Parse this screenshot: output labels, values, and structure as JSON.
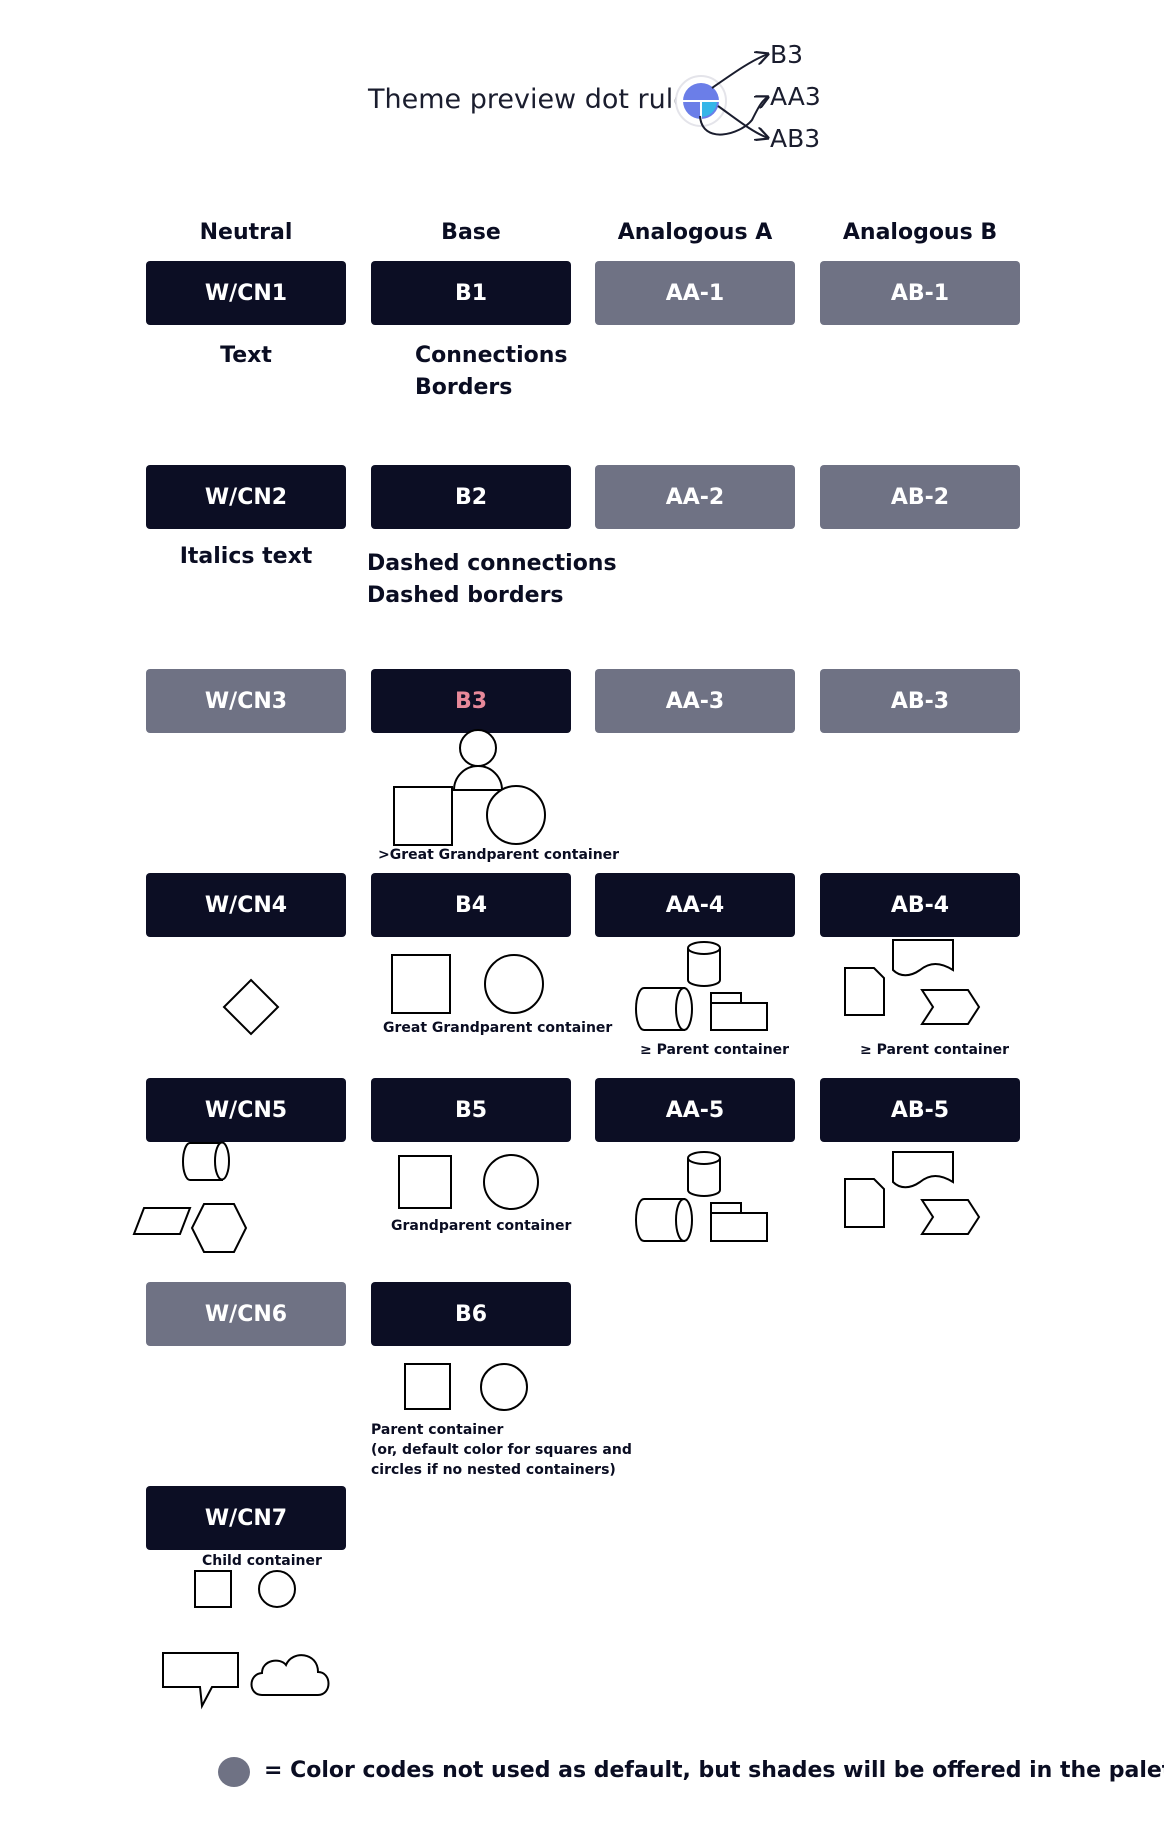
{
  "header": {
    "title": "Theme preview dot rules:",
    "arrow_labels": [
      "B3",
      "AA3",
      "AB3"
    ],
    "dot_colors": {
      "main": "#6b7ee8",
      "quadrant": "#37b6e8"
    }
  },
  "columns": [
    "Neutral",
    "Base",
    "Analogous A",
    "Analogous B"
  ],
  "colors": {
    "dark": "#0c0e24",
    "gray": "#6f7284",
    "highlight_text": "#e8899a"
  },
  "tiles": {
    "neutral": [
      "W/CN1",
      "W/CN2",
      "W/CN3",
      "W/CN4",
      "W/CN5",
      "W/CN6",
      "W/CN7"
    ],
    "base": [
      "B1",
      "B2",
      "B3",
      "B4",
      "B5",
      "B6"
    ],
    "analogous_a": [
      "AA-1",
      "AA-2",
      "AA-3",
      "AA-4",
      "AA-5"
    ],
    "analogous_b": [
      "AB-1",
      "AB-2",
      "AB-3",
      "AB-4",
      "AB-5"
    ]
  },
  "descriptions": {
    "cn1": "Text",
    "b1_line1": "Connections",
    "b1_line2": "Borders",
    "cn2": "Italics text",
    "b2_line1": "Dashed connections",
    "b2_line2": "Dashed borders",
    "b3": ">Great Grandparent container",
    "b4": "Great Grandparent container",
    "aa4": "≥  Parent container",
    "ab4": "≥ Parent container",
    "b5": "Grandparent container",
    "b6_line1": "Parent container",
    "b6_line2": "(or, default color for squares and",
    "b6_line3": "circles if no nested containers)",
    "cn7": "Child container"
  },
  "footer": {
    "text": "= Color codes not used as default, but shades will be offered in the palette."
  }
}
